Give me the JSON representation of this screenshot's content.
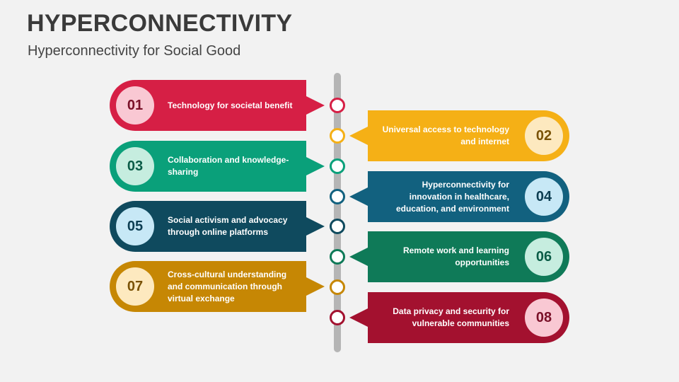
{
  "title": "HYPERCONNECTIVITY",
  "subtitle": "Hyperconnectivity for Social Good",
  "items": [
    {
      "num": "01",
      "text": "Technology for societal benefit",
      "color": "#d61f45",
      "light": "#f9c8d3",
      "numColor": "#7a1028"
    },
    {
      "num": "02",
      "text": "Universal access to technology and internet",
      "color": "#f5b016",
      "light": "#fde9bf",
      "numColor": "#7a5206"
    },
    {
      "num": "03",
      "text": "Collaboration and knowledge-sharing",
      "color": "#0aa07a",
      "light": "#c6eddf",
      "numColor": "#0b5c47"
    },
    {
      "num": "04",
      "text": "Hyperconnectivity for innovation in healthcare, education, and environment",
      "color": "#12617f",
      "light": "#c7e8f6",
      "numColor": "#0d3e52"
    },
    {
      "num": "05",
      "text": "Social activism and advocacy through online platforms",
      "color": "#0f4a5e",
      "light": "#c7e8f6",
      "numColor": "#0d3e52"
    },
    {
      "num": "06",
      "text": "Remote work and learning opportunities",
      "color": "#0f7a58",
      "light": "#c6eddf",
      "numColor": "#0b5c47"
    },
    {
      "num": "07",
      "text": "Cross-cultural understanding and communication through virtual exchange",
      "color": "#c68704",
      "light": "#fde9bf",
      "numColor": "#7a5206"
    },
    {
      "num": "08",
      "text": "Data privacy and security for vulnerable communities",
      "color": "#a3112f",
      "light": "#f9c8d3",
      "numColor": "#7a1028"
    }
  ]
}
